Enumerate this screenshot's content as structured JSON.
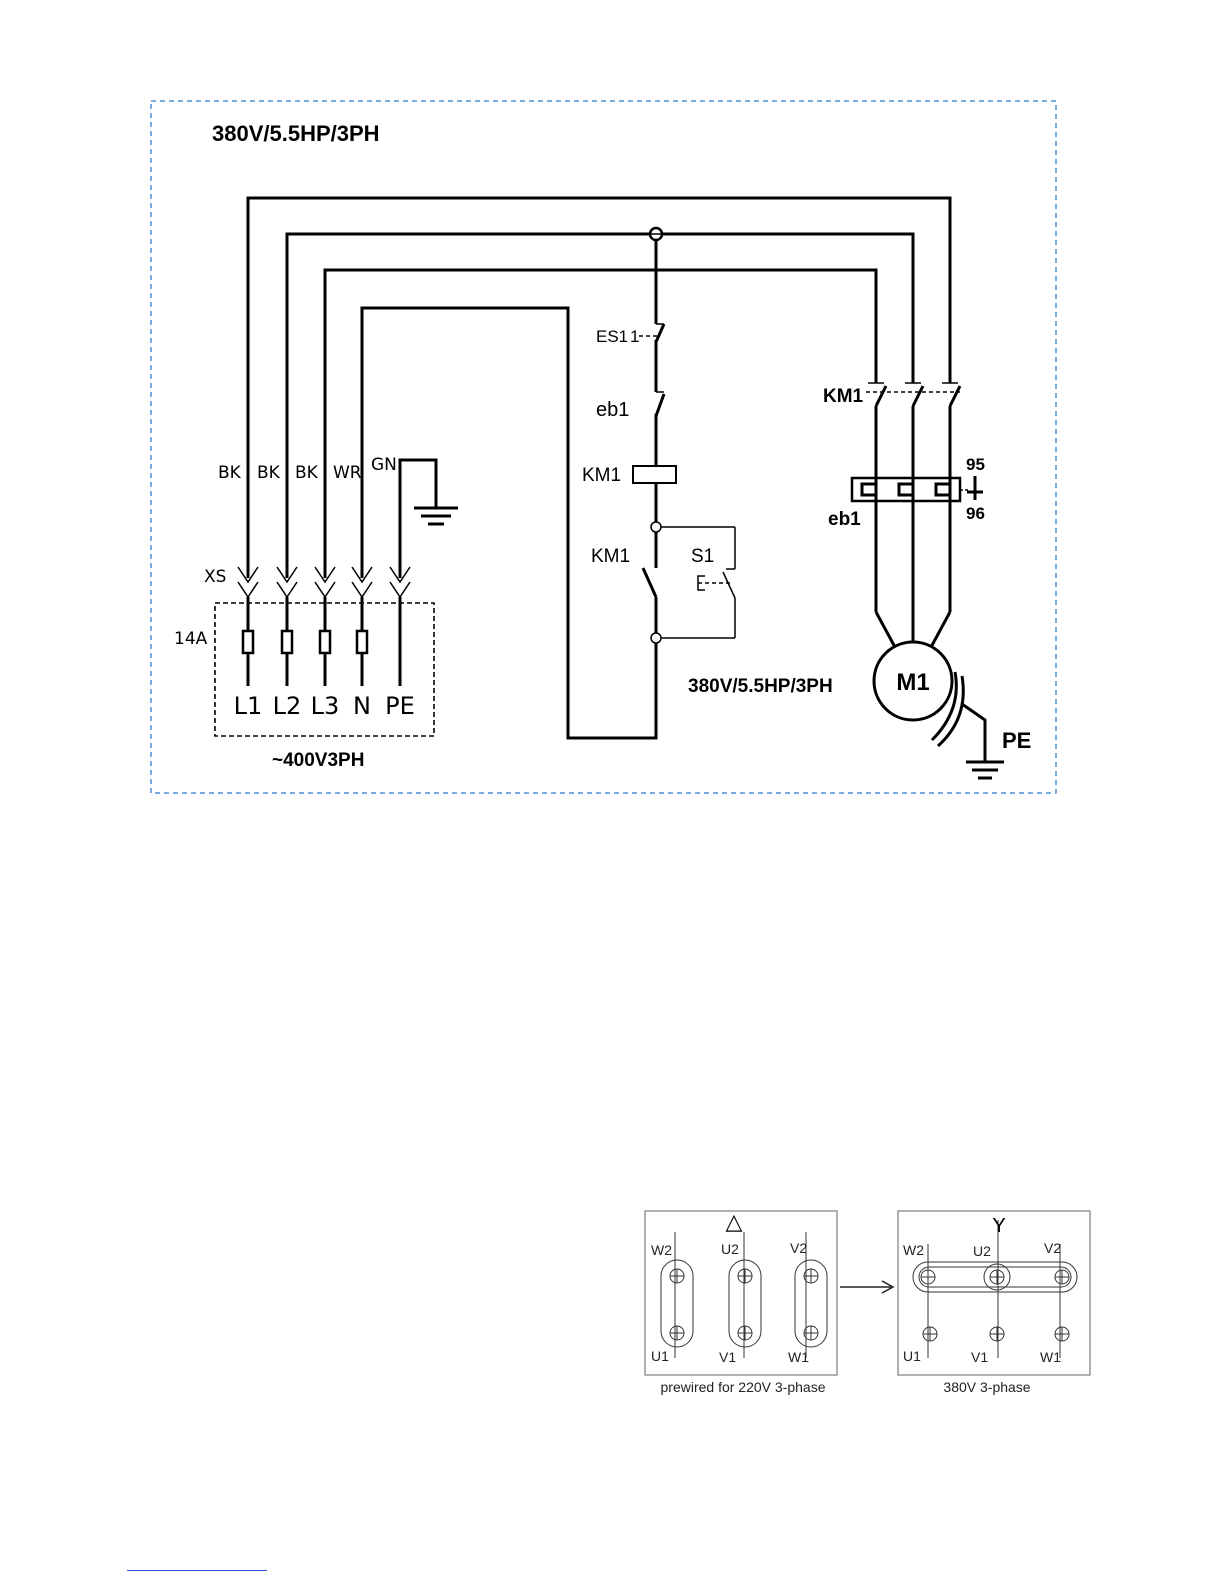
{
  "schematic": {
    "header_title": "380V/5.5HP/3PH",
    "supply_label": "~400V3PH",
    "motor_rating": "380V/5.5HP/3PH",
    "fuse_rating": "14A",
    "connector_label": "XS",
    "wire_colors": [
      "BK",
      "BK",
      "BK",
      "WR",
      "GN"
    ],
    "terminals": [
      "L1",
      "L2",
      "L3",
      "N",
      "PE"
    ],
    "es_label": "ES1",
    "overload_label": "eb1",
    "coil_label": "KM1",
    "aux_contact_label": "KM1",
    "start_label": "S1",
    "contactor_label": "KM1",
    "relay_label": "eb1",
    "relay_pin_top": "95",
    "relay_pin_bottom": "96",
    "motor_label": "M1",
    "ground_label": "PE",
    "frame_color": "#4a90d9"
  },
  "terminal_boxes": {
    "delta": {
      "symbol": "△",
      "top_labels": [
        "W2",
        "U2",
        "V2"
      ],
      "bottom_labels": [
        "U1",
        "V1",
        "W1"
      ],
      "caption": "prewired for 220V 3-phase"
    },
    "star": {
      "symbol": "Y",
      "top_labels": [
        "W2",
        "U2",
        "V2"
      ],
      "bottom_labels": [
        "U1",
        "V1",
        "W1"
      ],
      "caption": "380V 3-phase"
    }
  }
}
